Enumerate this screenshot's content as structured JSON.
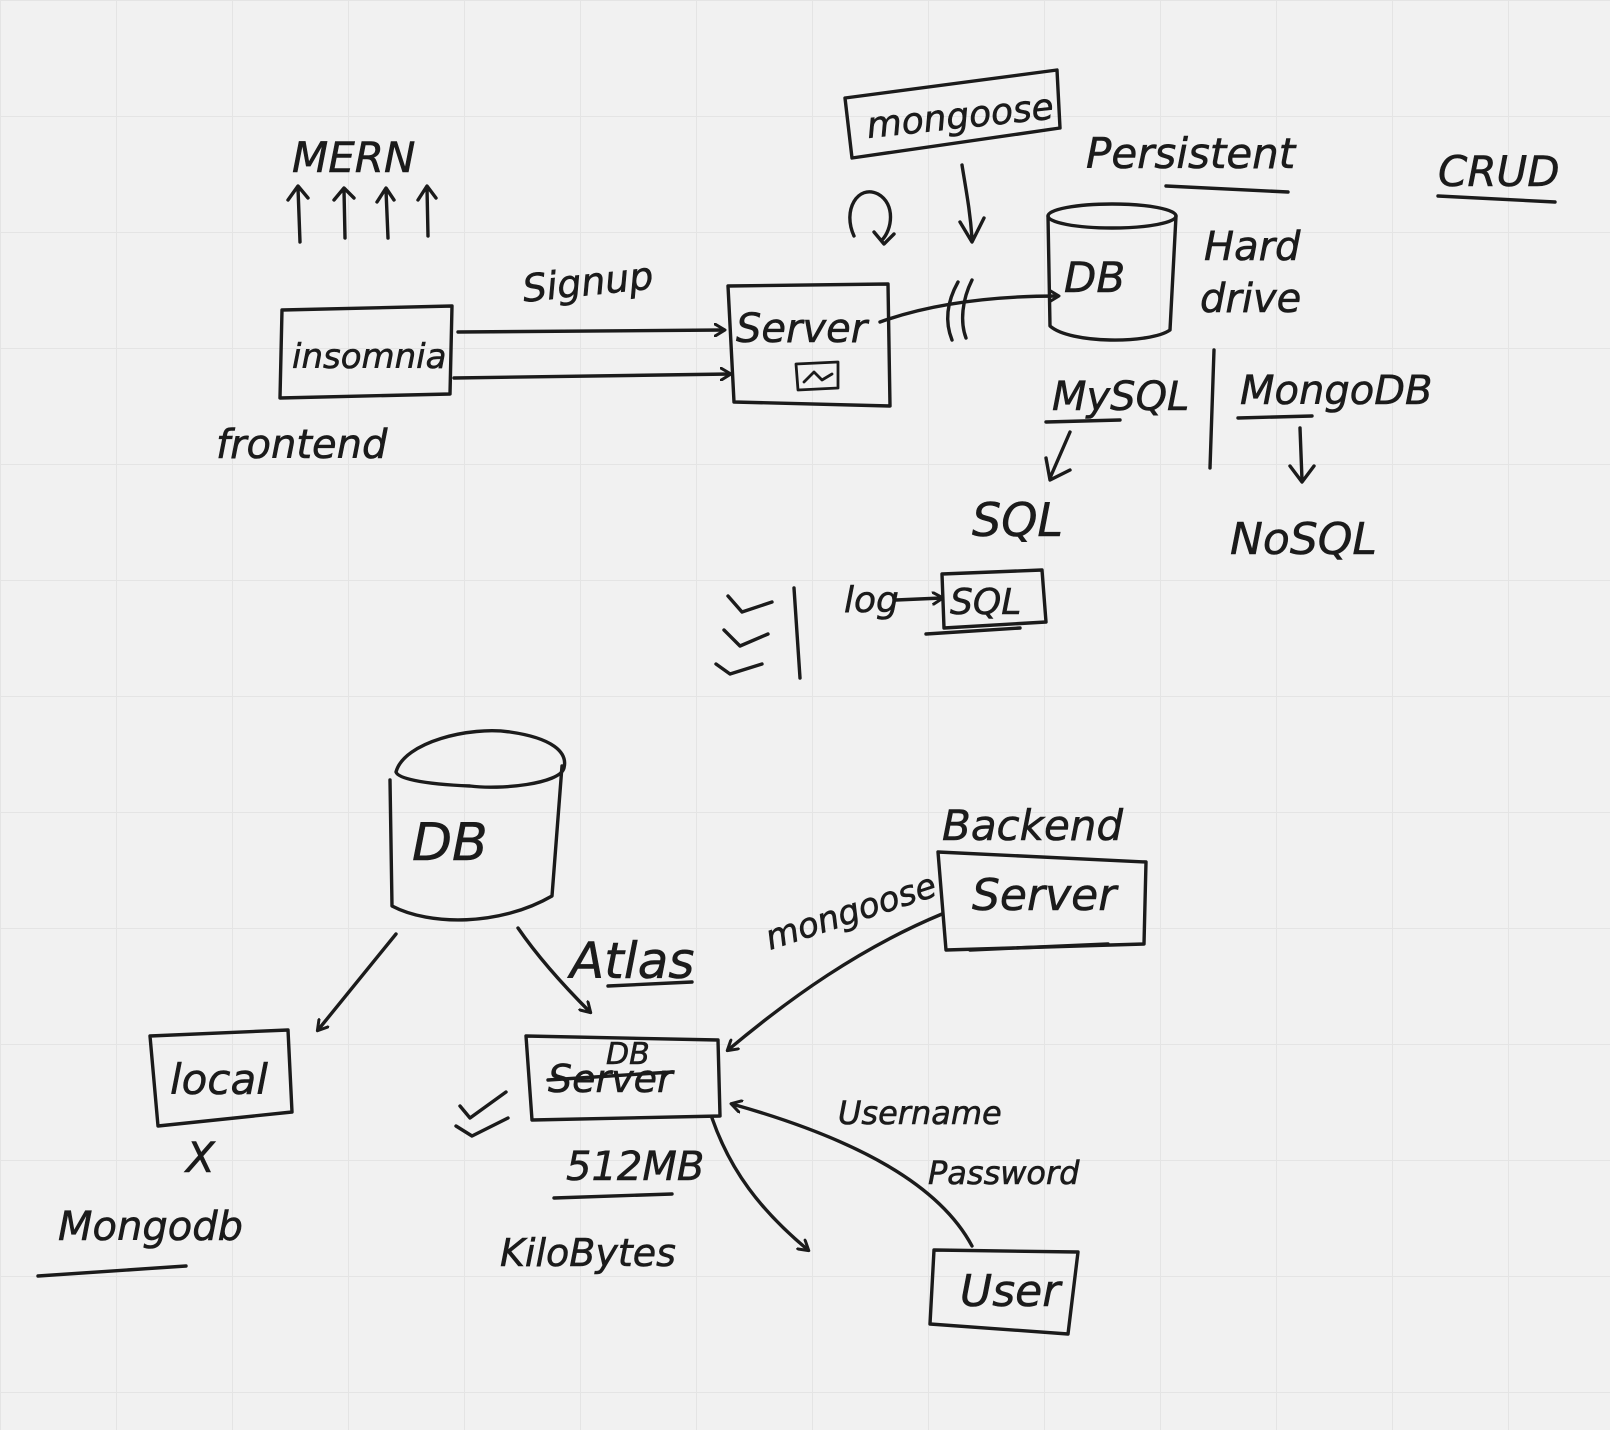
{
  "labels": {
    "mern": "MERN",
    "mongoose_top": "mongoose",
    "persistent": "Persistent",
    "crud": "CRUD",
    "signup": "Signup",
    "insomnia": "insomnia",
    "frontend": "frontend",
    "server_top": "Server",
    "db_top": "DB",
    "hard": "Hard",
    "drive": "drive",
    "mysql": "MySQL",
    "mongodb_top": "MongoDB",
    "sql": "SQL",
    "nosql": "NoSQL",
    "log": "log",
    "sql_small": "SQL",
    "db_bottom": "DB",
    "backend": "Backend",
    "server_backend": "Server",
    "mongoose_bottom": "mongoose",
    "atlas": "Atlas",
    "local": "local",
    "x_mark": "X",
    "mongodb_bottom": "Mongodb",
    "db_small": "DB",
    "server_struck": "Server",
    "size_512": "512MB",
    "kilobytes": "KiloBytes",
    "username": "Username",
    "password": "Password",
    "user": "User"
  }
}
